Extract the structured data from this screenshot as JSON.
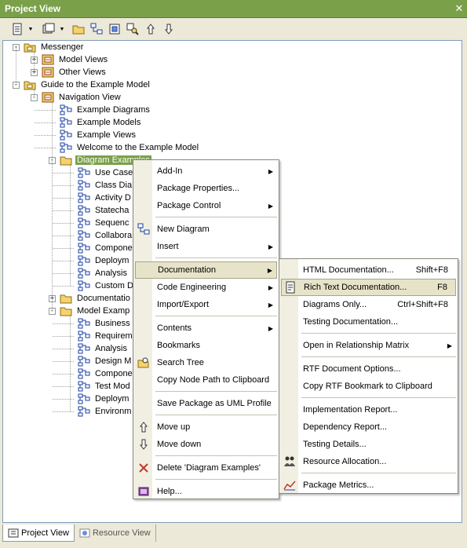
{
  "window": {
    "title": "Project View",
    "close": "✕"
  },
  "toolbar": {
    "buttons": [
      {
        "name": "new-package-icon"
      },
      {
        "name": "add-view-icon"
      },
      {
        "name": "open-folder-icon"
      },
      {
        "name": "new-diagram-icon"
      },
      {
        "name": "new-element-icon"
      },
      {
        "name": "find-icon"
      },
      {
        "name": "move-up-icon"
      },
      {
        "name": "move-down-icon"
      }
    ]
  },
  "tree": [
    {
      "label": "Messenger",
      "level": 0,
      "exp": "-",
      "icon": "model"
    },
    {
      "label": "Model Views",
      "level": 1,
      "exp": "+",
      "icon": "view"
    },
    {
      "label": "Other Views",
      "level": 1,
      "exp": "+",
      "icon": "view"
    },
    {
      "label": "Guide to the Example Model",
      "level": 0,
      "exp": "-",
      "icon": "model"
    },
    {
      "label": "Navigation View",
      "level": 1,
      "exp": "-",
      "icon": "view"
    },
    {
      "label": "Example Diagrams",
      "level": 2,
      "exp": "",
      "icon": "diagram"
    },
    {
      "label": "Example Models",
      "level": 2,
      "exp": "",
      "icon": "diagram"
    },
    {
      "label": "Example Views",
      "level": 2,
      "exp": "",
      "icon": "diagram"
    },
    {
      "label": "Welcome to the Example Model",
      "level": 2,
      "exp": "",
      "icon": "diagram"
    },
    {
      "label": "Diagram Examples",
      "level": 2,
      "exp": "-",
      "icon": "folder",
      "selected": true
    },
    {
      "label": "Use Case",
      "level": 3,
      "exp": "",
      "icon": "diagram"
    },
    {
      "label": "Class Dia",
      "level": 3,
      "exp": "",
      "icon": "diagram"
    },
    {
      "label": "Activity D",
      "level": 3,
      "exp": "",
      "icon": "diagram"
    },
    {
      "label": "Statecha",
      "level": 3,
      "exp": "",
      "icon": "diagram"
    },
    {
      "label": "Sequenc",
      "level": 3,
      "exp": "",
      "icon": "diagram"
    },
    {
      "label": "Collabora",
      "level": 3,
      "exp": "",
      "icon": "diagram"
    },
    {
      "label": "Compone",
      "level": 3,
      "exp": "",
      "icon": "diagram"
    },
    {
      "label": "Deploym",
      "level": 3,
      "exp": "",
      "icon": "diagram"
    },
    {
      "label": "Analysis",
      "level": 3,
      "exp": "",
      "icon": "diagram"
    },
    {
      "label": "Custom D",
      "level": 3,
      "exp": "",
      "icon": "diagram"
    },
    {
      "label": "Documentatio",
      "level": 2,
      "exp": "+",
      "icon": "folder"
    },
    {
      "label": "Model Examp",
      "level": 2,
      "exp": "-",
      "icon": "folder"
    },
    {
      "label": "Business",
      "level": 3,
      "exp": "",
      "icon": "diagram"
    },
    {
      "label": "Requirem",
      "level": 3,
      "exp": "",
      "icon": "diagram"
    },
    {
      "label": "Analysis",
      "level": 3,
      "exp": "",
      "icon": "diagram"
    },
    {
      "label": "Design M",
      "level": 3,
      "exp": "",
      "icon": "diagram"
    },
    {
      "label": "Compone",
      "level": 3,
      "exp": "",
      "icon": "diagram"
    },
    {
      "label": "Test Mod",
      "level": 3,
      "exp": "",
      "icon": "diagram"
    },
    {
      "label": "Deploym",
      "level": 3,
      "exp": "",
      "icon": "diagram"
    },
    {
      "label": "Environm",
      "level": 3,
      "exp": "",
      "icon": "diagram"
    }
  ],
  "context_menu": {
    "items": [
      {
        "label": "Add-In",
        "submenu": true
      },
      {
        "label": "Package Properties...",
        "submenu": false
      },
      {
        "label": "Package Control",
        "submenu": true
      },
      {
        "sep": true
      },
      {
        "label": "New Diagram",
        "icon": "new-diagram-icon"
      },
      {
        "label": "Insert",
        "submenu": true
      },
      {
        "sep": true
      },
      {
        "label": "Documentation",
        "submenu": true,
        "highlight": true
      },
      {
        "label": "Code Engineering",
        "submenu": true
      },
      {
        "label": "Import/Export",
        "submenu": true
      },
      {
        "sep": true
      },
      {
        "label": "Contents",
        "submenu": true
      },
      {
        "label": "Bookmarks"
      },
      {
        "label": "Search Tree",
        "icon": "search-tree-icon"
      },
      {
        "label": "Copy Node Path to Clipboard"
      },
      {
        "sep": true
      },
      {
        "label": "Save Package as UML Profile"
      },
      {
        "sep": true
      },
      {
        "label": "Move up",
        "icon": "move-up-icon"
      },
      {
        "label": "Move down",
        "icon": "move-down-icon"
      },
      {
        "sep": true
      },
      {
        "label": "Delete 'Diagram Examples'",
        "icon": "delete-icon"
      },
      {
        "sep": true
      },
      {
        "label": "Help...",
        "icon": "help-icon"
      }
    ]
  },
  "doc_submenu": {
    "items": [
      {
        "label": "HTML Documentation...",
        "shortcut": "Shift+F8"
      },
      {
        "label": "Rich Text Documentation...",
        "shortcut": "F8",
        "highlight": true,
        "icon": "rtf-icon"
      },
      {
        "label": "Diagrams Only...",
        "shortcut": "Ctrl+Shift+F8"
      },
      {
        "label": "Testing Documentation..."
      },
      {
        "sep": true
      },
      {
        "label": "Open in Relationship Matrix",
        "submenu": true
      },
      {
        "sep": true
      },
      {
        "label": "RTF Document Options..."
      },
      {
        "label": "Copy RTF Bookmark to Clipboard"
      },
      {
        "sep": true
      },
      {
        "label": "Implementation Report..."
      },
      {
        "label": "Dependency Report..."
      },
      {
        "label": "Testing Details..."
      },
      {
        "label": "Resource Allocation...",
        "icon": "resource-icon"
      },
      {
        "sep": true
      },
      {
        "label": "Package Metrics...",
        "icon": "metrics-icon"
      }
    ]
  },
  "tabs": [
    {
      "label": "Project View",
      "active": true
    },
    {
      "label": "Resource View",
      "active": false
    }
  ],
  "colors": {
    "accent": "#7aa04a",
    "menu_highlight": "#c1d2ee"
  }
}
